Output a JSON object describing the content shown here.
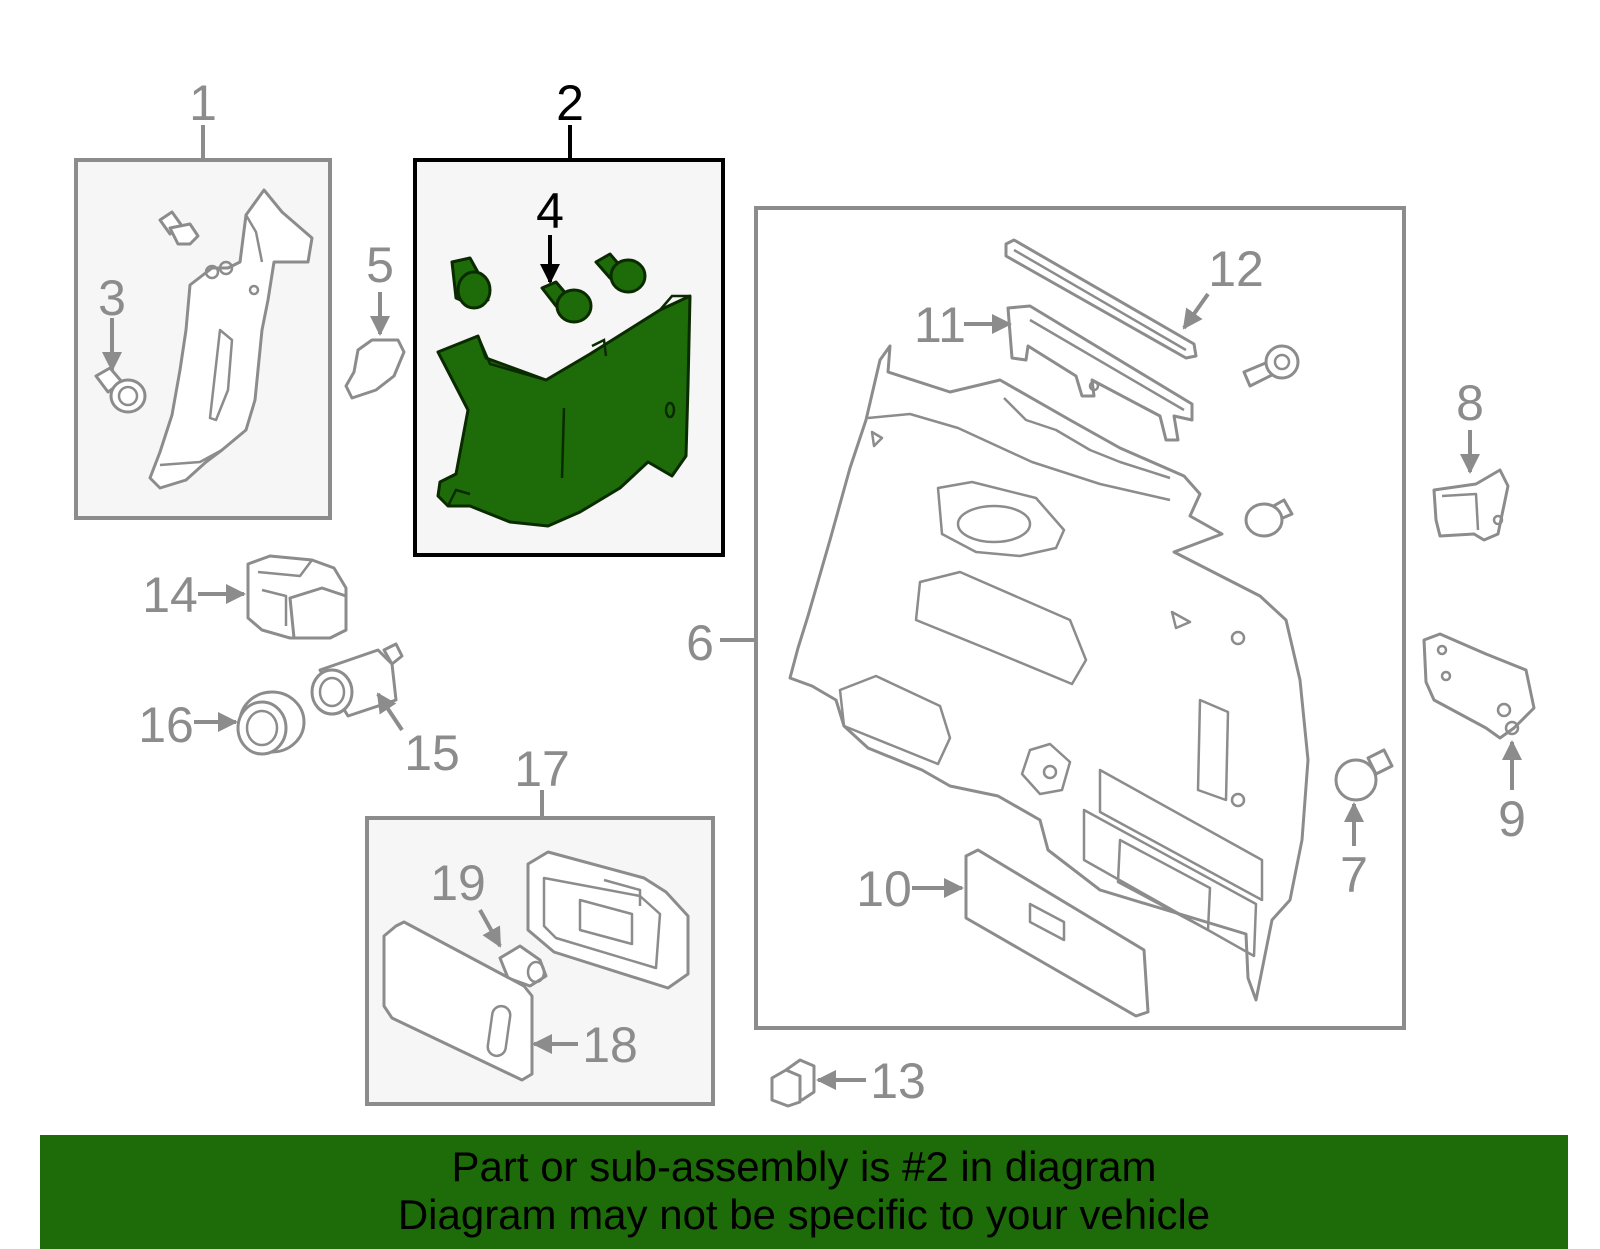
{
  "callouts": {
    "c1": "1",
    "c2": "2",
    "c3": "3",
    "c4": "4",
    "c5": "5",
    "c6": "6",
    "c7": "7",
    "c8": "8",
    "c9": "9",
    "c10": "10",
    "c11": "11",
    "c12": "12",
    "c13": "13",
    "c14": "14",
    "c15": "15",
    "c16": "16",
    "c17": "17",
    "c18": "18",
    "c19": "19"
  },
  "highlight": {
    "part_number": "2",
    "color": "#1e6b09"
  },
  "notice": {
    "line1": "Part or sub-assembly is #2 in diagram",
    "line2": "Diagram may not be specific to your vehicle",
    "background": "#1e6b09"
  }
}
